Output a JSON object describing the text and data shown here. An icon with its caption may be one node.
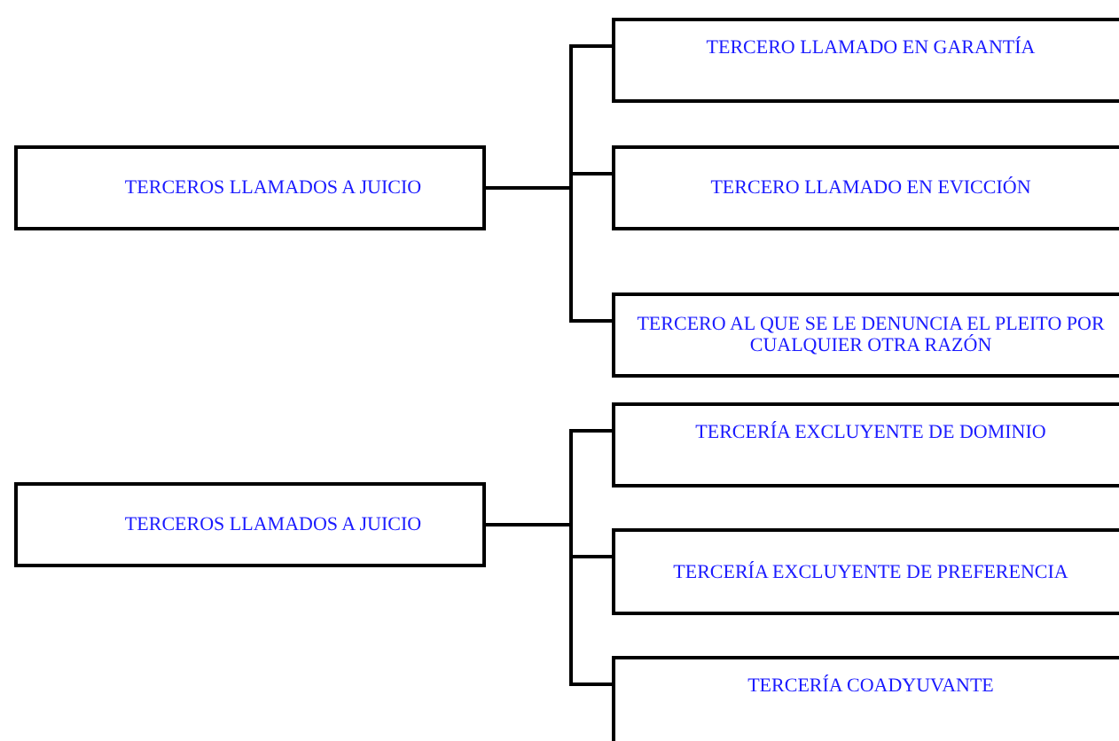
{
  "diagram": {
    "nodes": [
      {
        "text": [
          "TERCEROS LLAMADOS A JUICIO"
        ]
      },
      {
        "text": [
          "TERCERO LLAMADO EN GARANTÍA"
        ]
      },
      {
        "text": [
          "TERCERO LLAMADO EN EVICCIÓN"
        ]
      },
      {
        "text": [
          "TERCERO AL QUE SE LE DENUNCIA EL PLEITO POR CUALQUIER OTRA RAZÓN"
        ]
      },
      {
        "text": [
          "TERCEROS LLAMADOS A JUICIO"
        ]
      },
      {
        "text": [
          "TERCERÍA EXCLUYENTE DE DOMINIO"
        ]
      },
      {
        "text": [
          "TERCERÍA EXCLUYENTE DE PREFERENCIA"
        ]
      },
      {
        "text": [
          "TERCERÍA COADYUVANTE"
        ]
      }
    ],
    "edges": [
      {
        "from": 0,
        "to": 1,
        "arrow": "none"
      },
      {
        "from": 0,
        "to": 2,
        "arrow": "none"
      },
      {
        "from": 0,
        "to": 3,
        "arrow": "none"
      },
      {
        "from": 4,
        "to": 5,
        "arrow": "none"
      },
      {
        "from": 4,
        "to": 6,
        "arrow": "none"
      },
      {
        "from": 4,
        "to": 7,
        "arrow": "none"
      }
    ]
  }
}
